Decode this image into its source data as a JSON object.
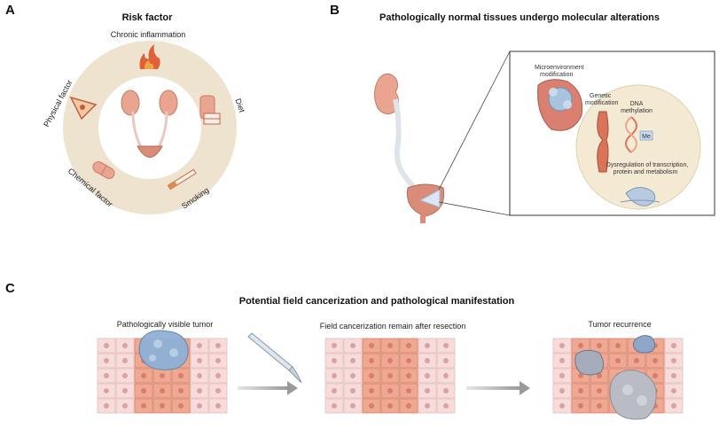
{
  "colors": {
    "ring": "#ede3cf",
    "organ_pink": "#e9a58f",
    "cell_normal": "#f7dcdc",
    "cell_altered": "#efa891",
    "nucleus": "#d9a2aa",
    "tumor_blue": "#8fb1d6",
    "tumor_grey": "#b9bcc4",
    "arrow_grey": "#aaaaaa"
  },
  "panel_a": {
    "letter": "A",
    "title": "Risk factor",
    "factors": {
      "top": "Chronic inflammation",
      "right": "Diet",
      "bottom_right": "Smoking",
      "bottom_left": "Chemical factor",
      "left": "Physical factor"
    },
    "icons": [
      "fire-icon",
      "radiation-warning-icon",
      "food-icon",
      "cigarette-icon",
      "capsule-icon",
      "urinary-system-icon"
    ]
  },
  "panel_b": {
    "letter": "B",
    "title": "Pathologically normal tissues undergo molecular alterations",
    "labels": {
      "microenvironment": [
        "Microenvironment",
        "modification"
      ],
      "genetic": [
        "Genetic",
        "modification"
      ],
      "dna": [
        "DNA",
        "methylation"
      ],
      "me_tag": "Me",
      "dysregulation": [
        "Dysregulation of transcription,",
        "protein and metabolism"
      ]
    },
    "icons": [
      "kidney-icon",
      "bladder-icon",
      "chromosome-icon",
      "dna-helix-icon",
      "ribosome-icon",
      "cell-cluster-icon"
    ]
  },
  "panel_c": {
    "letter": "C",
    "title": "Potential field cancerization and pathological manifestation",
    "stages": [
      {
        "label": "Pathologically visible tumor"
      },
      {
        "label": "Field cancerization remain after resection"
      },
      {
        "label": "Tumor recurrence"
      }
    ],
    "icons": [
      "scalpel-icon",
      "arrow-right-icon",
      "arrow-right-icon"
    ]
  }
}
